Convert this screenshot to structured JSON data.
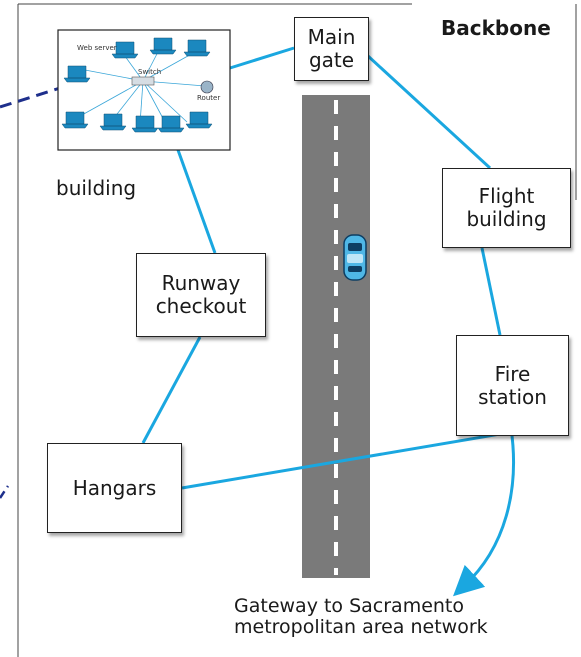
{
  "title": "Backbone",
  "nodes": {
    "main_gate": "Main\ngate",
    "flight_building": "Flight\nbuilding",
    "runway_checkout": "Runway\ncheckout",
    "fire_station": "Fire\nstation",
    "hangars": "Hangars"
  },
  "building_label": "building",
  "network_inset": {
    "web_server": "Web server",
    "switch": "Switch",
    "router": "Router"
  },
  "gateway_caption": "Gateway to Sacramento\nmetropolitan area network",
  "colors": {
    "link": "#1aa7e0",
    "road": "#7a7a7a",
    "dashed_link": "#1e2f8c",
    "car": "#4fb7e6"
  }
}
